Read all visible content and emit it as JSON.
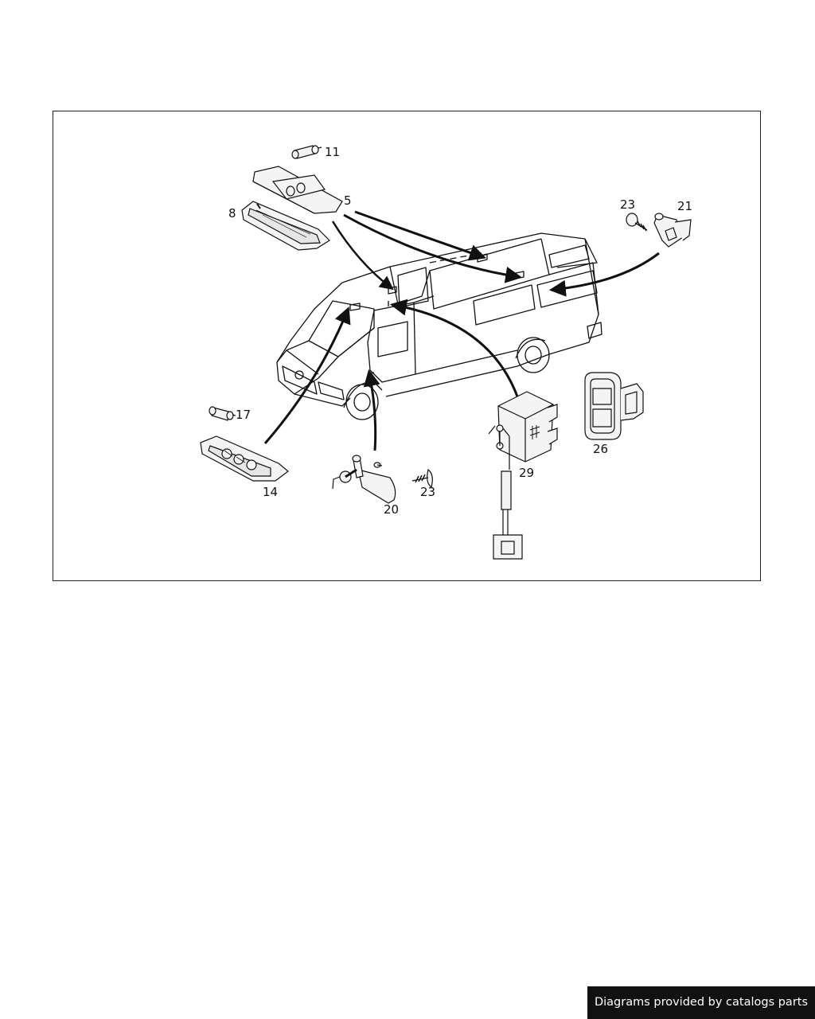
{
  "parts": {
    "label_11": "11",
    "label_5": "5",
    "label_8": "8",
    "label_23_top": "23",
    "label_21": "21",
    "label_17": "17",
    "label_14": "14",
    "label_20": "20",
    "label_23_bottom": "23",
    "label_29": "29",
    "label_26": "26"
  },
  "footer": {
    "text": "Diagrams provided by catalogs parts"
  },
  "colors": {
    "line": "#111111",
    "part_fill": "#f4f4f4",
    "badge_bg": "#111111",
    "badge_text": "#ffffff"
  }
}
